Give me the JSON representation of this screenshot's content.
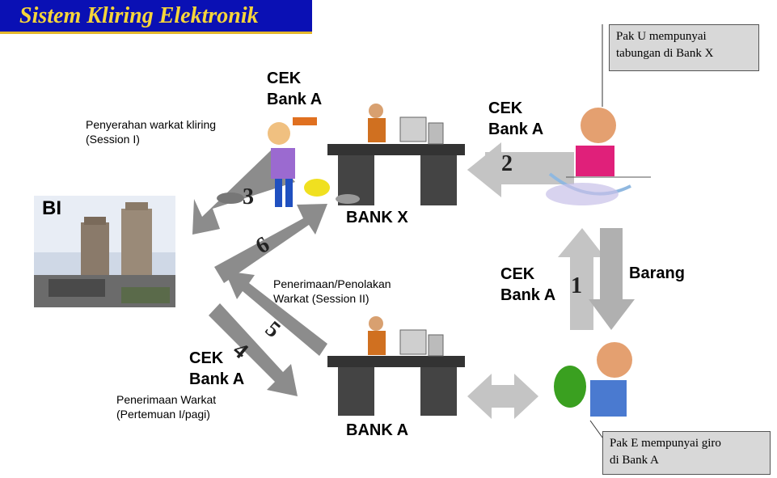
{
  "title": "Sistem Kliring Elektronik",
  "labels": {
    "bi": "BI",
    "bank_x": "BANK X",
    "bank_a": "BANK A",
    "barang": "Barang"
  },
  "cheque_labels": {
    "top_line1": "CEK",
    "top_line2": "Bank A",
    "right_line1": "CEK",
    "right_line2": "Bank A",
    "mid_line1": "CEK",
    "mid_line2": "Bank A",
    "left_line1": "CEK",
    "left_line2": "Bank A"
  },
  "steps": {
    "s1": "1",
    "s2": "2",
    "s3": "3",
    "s4": "4",
    "s5": "5",
    "s6": "6"
  },
  "captions": {
    "penyerahan_line1": "Penyerahan warkat kliring",
    "penyerahan_line2": "(Session I)",
    "penerimaan_penolakan_line1": "Penerimaan/Penolakan",
    "penerimaan_penolakan_line2": "Warkat (Session II)",
    "penerimaan_line1": "Penerimaan Warkat",
    "penerimaan_line2": "(Pertemuan I/pagi)"
  },
  "callouts": {
    "pak_u_line1": "Pak U mempunyai",
    "pak_u_line2": "tabungan di Bank X",
    "pak_e_line1": "Pak E  mempunyai giro",
    "pak_e_line2": "di Bank A"
  },
  "colors": {
    "title_bg": "#0a10b4",
    "title_text": "#f6d53a",
    "arrow_gray": "#8c8c8c",
    "arrow_light": "#c4c4c4",
    "callout_bg": "#d8d8d8"
  }
}
